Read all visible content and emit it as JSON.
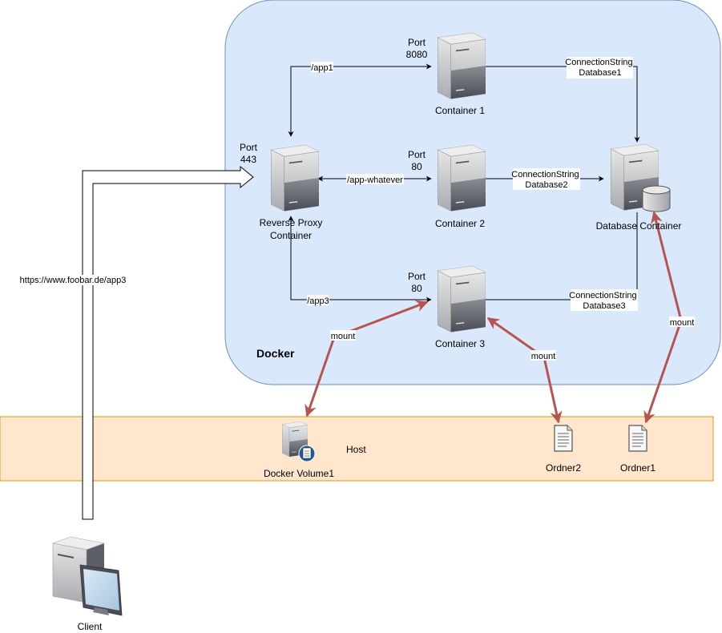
{
  "docker": {
    "label": "Docker"
  },
  "host": {
    "label": "Host"
  },
  "nodes": {
    "container1": {
      "port_label": "Port",
      "port_number": "8080",
      "name": "Container 1"
    },
    "container2": {
      "port_label": "Port",
      "port_number": "80",
      "name": "Container 2"
    },
    "container3": {
      "port_label": "Port",
      "port_number": "80",
      "name": "Container 3"
    },
    "reverse_proxy": {
      "port_label": "Port",
      "port_number": "443",
      "name_line1": "Reverse Proxy",
      "name_line2": "Container"
    },
    "database": {
      "name": "Database Container"
    },
    "docker_volume": {
      "name": "Docker Volume1"
    },
    "ordner2": {
      "name": "Ordner2"
    },
    "ordner1": {
      "name": "Ordner1"
    },
    "client": {
      "name": "Client"
    }
  },
  "edges": {
    "app1": "/app1",
    "app_whatever": "/app-whatever",
    "app3": "/app3",
    "client_url": "https://www.foobar.de/app3",
    "conn1_line1": "ConnectionString",
    "conn1_line2": "Database1",
    "conn2_line1": "ConnectionString",
    "conn2_line2": "Database2",
    "conn3_line1": "ConnectionString",
    "conn3_line2": "Database3",
    "mount_volume": "mount",
    "mount_ordner2": "mount",
    "mount_ordner1": "mount"
  },
  "colors": {
    "docker_fill": "#dae8fc",
    "docker_stroke": "#6c8ebf",
    "host_fill": "#ffe6cc",
    "host_stroke": "#d79b00",
    "mount_arrow": "#b85450",
    "server_light": "#c8c8c8",
    "server_dark": "#5a5e66"
  },
  "icons": {
    "server": "server-icon",
    "database": "database-icon",
    "document": "document-icon",
    "client": "desktop-computer-icon"
  }
}
